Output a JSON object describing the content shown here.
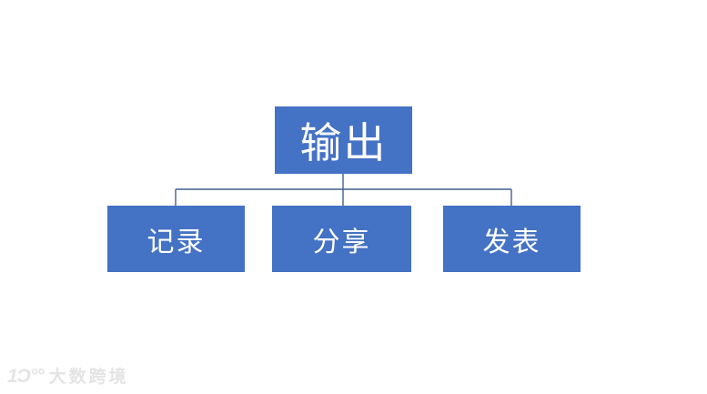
{
  "diagram": {
    "type": "org-chart",
    "root": {
      "label": "输出"
    },
    "children": [
      {
        "label": "记录"
      },
      {
        "label": "分享"
      },
      {
        "label": "发表"
      }
    ],
    "colors": {
      "box_fill": "#4472C4",
      "box_text": "#FFFFFF",
      "connector": "#41618E",
      "background": "#FFFFFF"
    }
  },
  "watermark": {
    "logo_text": "1Ɔ°°",
    "text": "大数跨境",
    "color": "#E4E4E4"
  }
}
